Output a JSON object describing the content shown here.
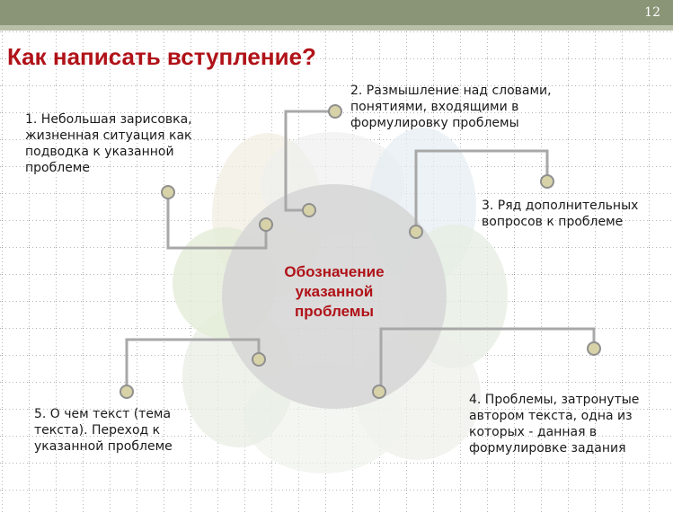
{
  "slide": {
    "number": "12"
  },
  "title": "Как написать вступление?",
  "center": "Обозначение\nуказанной\nпроблемы",
  "items": [
    {
      "text": "1. Небольшая зарисовка,\nжизненная ситуация как\nподводка к указанной\nпроблеме"
    },
    {
      "text": "2. Размышление над словами,\nпонятиями, входящими в\nформулировку проблемы"
    },
    {
      "text": "3. Ряд дополнительных\nвопросов к проблеме"
    },
    {
      "text": "4. Проблемы, затронутые\nавтором текста, одна из\nкоторых - данная в\nформулировке задания"
    },
    {
      "text": "5. О чем текст (тема\nтекста). Переход к\nуказанной проблеме"
    }
  ],
  "colors": {
    "accent_red": "#b01218",
    "header_band": "#8a9476",
    "connector": "#a8a8a8",
    "dot_fill": "#d7d2a8"
  }
}
